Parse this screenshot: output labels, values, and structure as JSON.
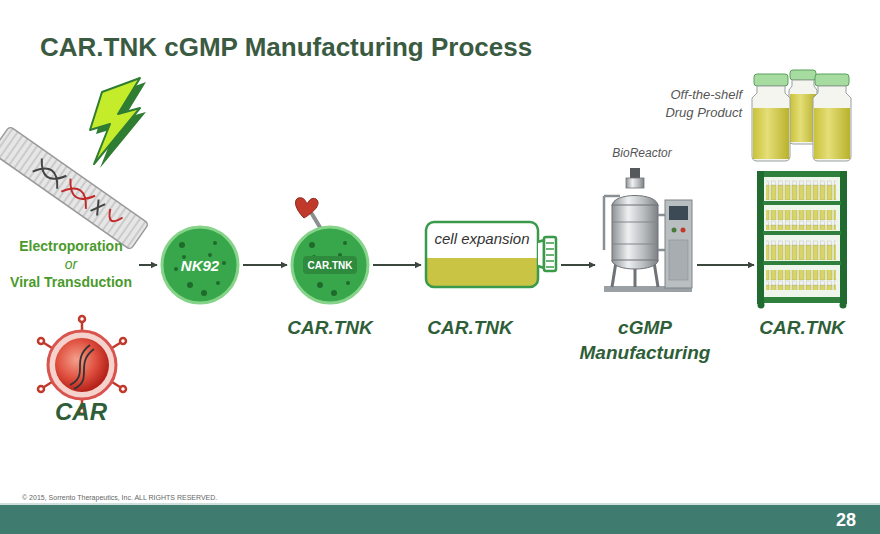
{
  "diagram": {
    "title": "CAR.TNK cGMP Manufacturing Process",
    "nodes": [
      {
        "text": [
          "Electroporation",
          "or",
          "Viral Transduction"
        ]
      },
      {
        "text": [
          "NK92"
        ]
      },
      {
        "text": [
          "CAR.TNK",
          "CAR.TNK"
        ]
      },
      {
        "text": [
          "cell expansion",
          "CAR.TNK"
        ]
      },
      {
        "text": [
          "BioReactor",
          "cGMP Manufacturing"
        ]
      },
      {
        "text": [
          "CAR.TNK"
        ]
      }
    ],
    "edges": [
      {
        "from": 0,
        "to": 1,
        "arrow": "to"
      },
      {
        "from": 1,
        "to": 2,
        "arrow": "to"
      },
      {
        "from": 2,
        "to": 3,
        "arrow": "to"
      },
      {
        "from": 3,
        "to": 4,
        "arrow": "to"
      },
      {
        "from": 4,
        "to": 5,
        "arrow": "to"
      }
    ],
    "labels": [
      "Off-the-shelf Drug Product",
      "CAR",
      "© 2015, Sorrento Therapeutics, Inc. ALL RIGHTS RESERVED.",
      "28"
    ]
  }
}
